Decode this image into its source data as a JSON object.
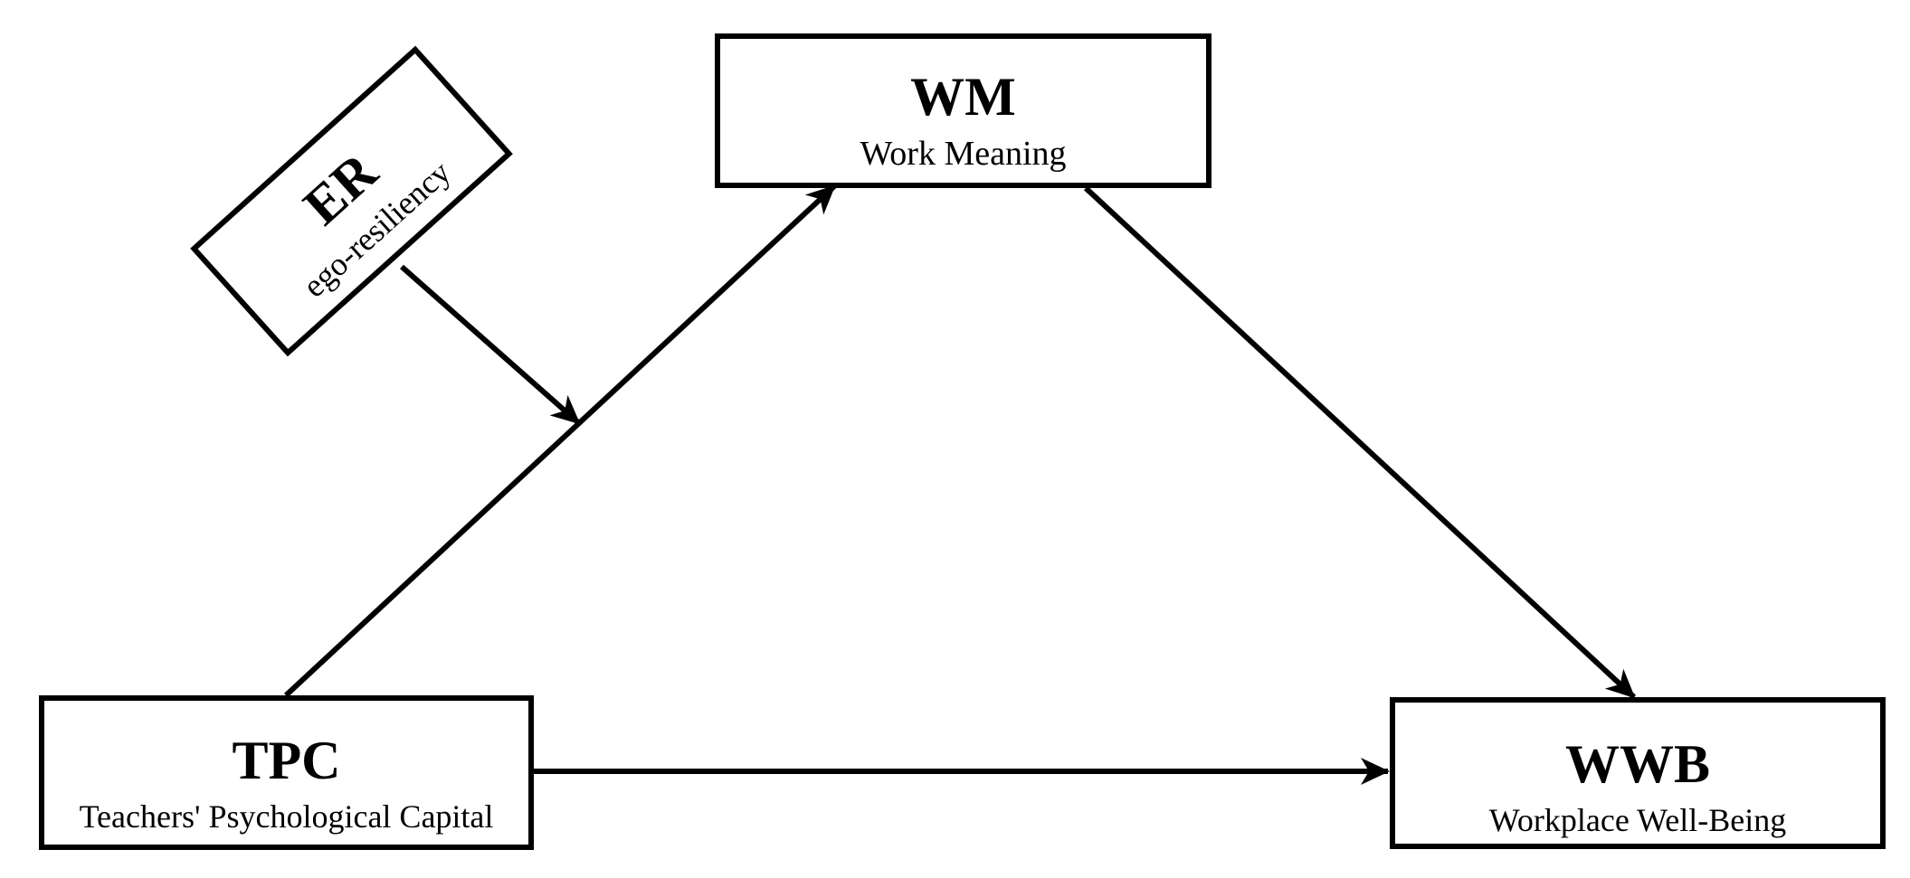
{
  "nodes": {
    "wm": {
      "abbr": "WM",
      "full": "Work Meaning"
    },
    "tpc": {
      "abbr": "TPC",
      "full": "Teachers' Psychological Capital"
    },
    "wwb": {
      "abbr": "WWB",
      "full": "Workplace Well-Being"
    },
    "er": {
      "abbr": "ER",
      "full": "ego-resiliency"
    }
  },
  "edges": [
    {
      "from": "TPC",
      "to": "WM",
      "kind": "path"
    },
    {
      "from": "WM",
      "to": "WWB",
      "kind": "path"
    },
    {
      "from": "TPC",
      "to": "WWB",
      "kind": "path"
    },
    {
      "from": "ER",
      "to": "TPC-WM path",
      "kind": "moderation"
    }
  ],
  "colors": {
    "line": "#000000",
    "background": "#ffffff"
  }
}
